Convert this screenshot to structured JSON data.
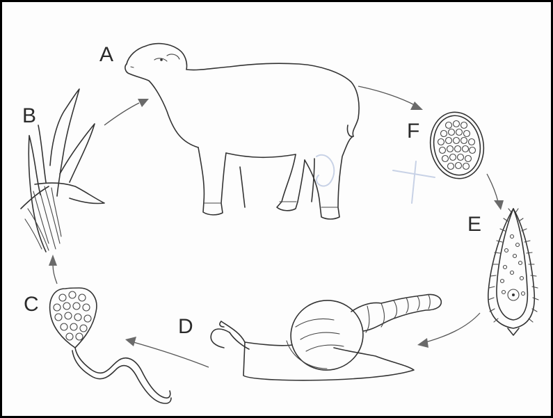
{
  "labels": {
    "a": "A",
    "b": "B",
    "c": "C",
    "d": "D",
    "e": "E",
    "f": "F"
  },
  "colors": {
    "ink": "#333333",
    "border": "#000000",
    "arrow": "#6a6a6a"
  }
}
